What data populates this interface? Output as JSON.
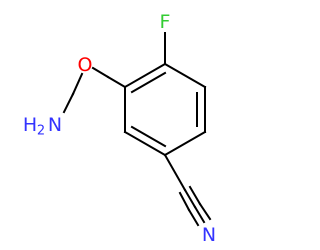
{
  "molecule": {
    "atoms": {
      "fluorine": {
        "label": "F",
        "color": "#33cc33"
      },
      "oxygen": {
        "label": "O",
        "color": "#ff0000"
      },
      "amine": {
        "label": "H",
        "subscript": "2",
        "suffix": "N",
        "color": "#3333ff"
      },
      "nitrile_nitrogen": {
        "label": "N",
        "color": "#3333ff"
      }
    },
    "bond_color": "#000000"
  }
}
